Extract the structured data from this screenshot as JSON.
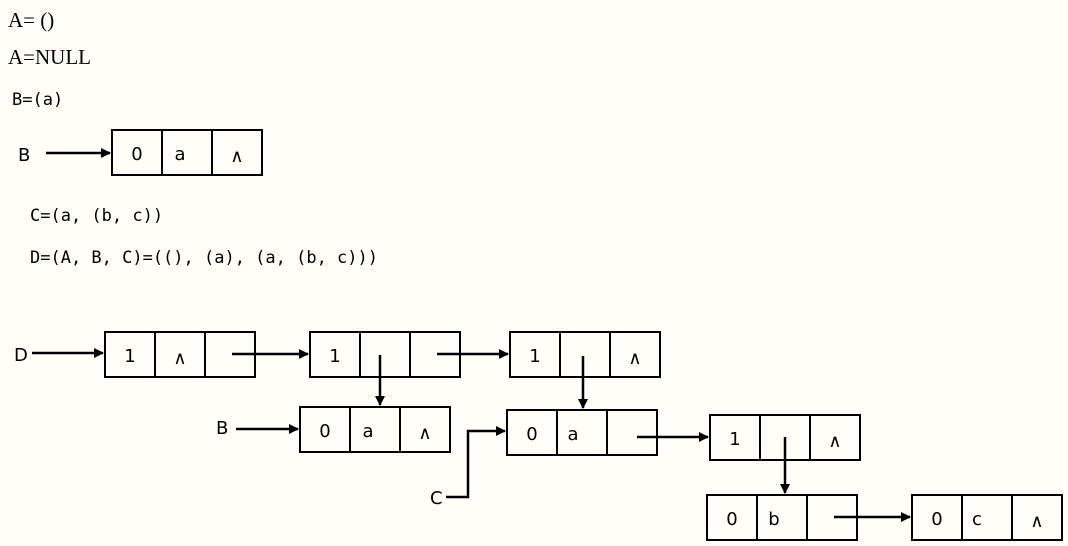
{
  "lines": {
    "a_empty": "A= ()",
    "a_null": "A=NULL",
    "b_def": "B=(a)",
    "c_def": "C=(a, (b, c))",
    "d_def": "D=(A, B, C)=((), (a), (a, (b, c)))"
  },
  "pointer_labels": {
    "b_top": "B",
    "d": "D",
    "b_lower": "B",
    "c": "C"
  },
  "nodes": {
    "b_top": [
      "0",
      "a",
      "∧"
    ],
    "d1": [
      "1",
      "∧",
      ""
    ],
    "d2": [
      "1",
      "",
      ""
    ],
    "d3": [
      "1",
      "",
      "∧"
    ],
    "b_lower": [
      "0",
      "a",
      "∧"
    ],
    "c1": [
      "0",
      "a",
      ""
    ],
    "c2": [
      "1",
      "",
      "∧"
    ],
    "c_b": [
      "0",
      "b",
      ""
    ],
    "c_c": [
      "0",
      "c",
      "∧"
    ]
  },
  "colors": {
    "background": "#fffff8",
    "ink": "#000000"
  }
}
